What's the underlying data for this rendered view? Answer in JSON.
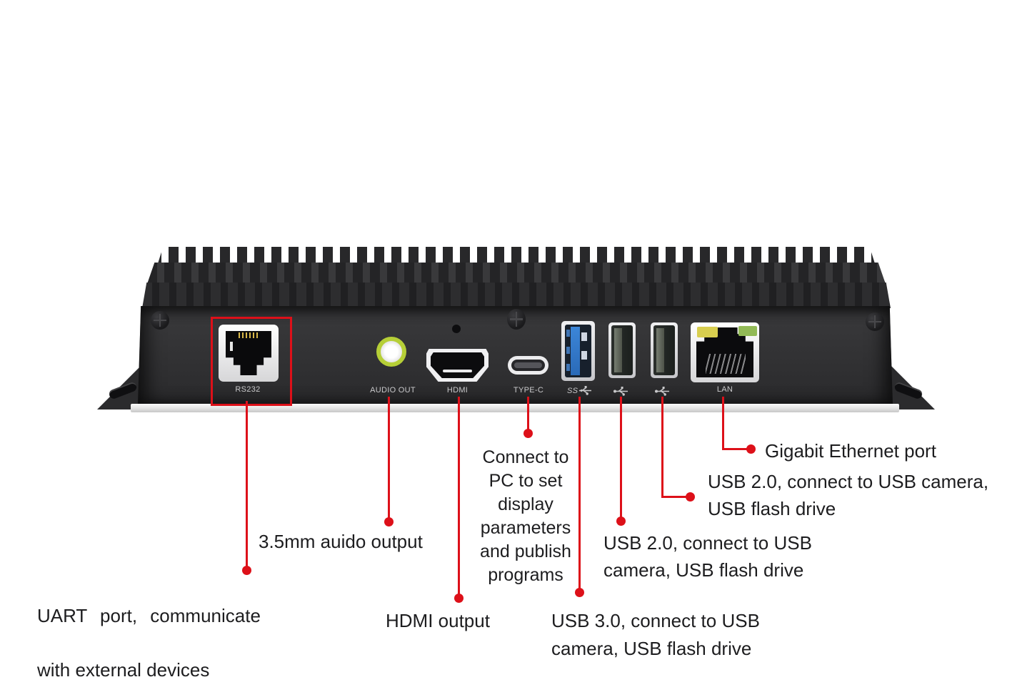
{
  "figure": {
    "subject": "fanless mini PC rear panel port diagram",
    "highlight": "RS232 port outlined in red"
  },
  "port_labels": {
    "rs232": "RS232",
    "audio": "AUDIO OUT",
    "hdmi": "HDMI",
    "typec": "TYPE-C",
    "usb3_ss": "SS",
    "lan": "LAN"
  },
  "icons": {
    "usb3": "usb-superspeed-icon",
    "usb2_a": "usb-trident-icon",
    "usb2_b": "usb-trident-icon"
  },
  "annotations": {
    "uart_line1": "UART  port,  communicate",
    "uart_line2": "with external devices",
    "audio": "3.5mm auido output",
    "hdmi": "HDMI output",
    "typec": "Connect to\nPC to set\ndisplay\nparameters\nand publish\nprograms",
    "usb3": "USB 3.0, connect to USB\ncamera, USB flash drive",
    "usb2_left": "USB 2.0, connect to USB\ncamera, USB flash drive",
    "usb2_right": "USB 2.0, connect to USB camera,\nUSB flash drive",
    "lan": "Gigabit Ethernet port"
  },
  "colors": {
    "callout_red": "#dd1019",
    "usb3_blue": "#2f7fd0",
    "led_yellow": "#d8ce4f",
    "led_green": "#92ba56",
    "audio_ring_green": "#b6cf37",
    "chassis_dark": "#2e2e30",
    "annotation_text": "#1d1d1f"
  }
}
